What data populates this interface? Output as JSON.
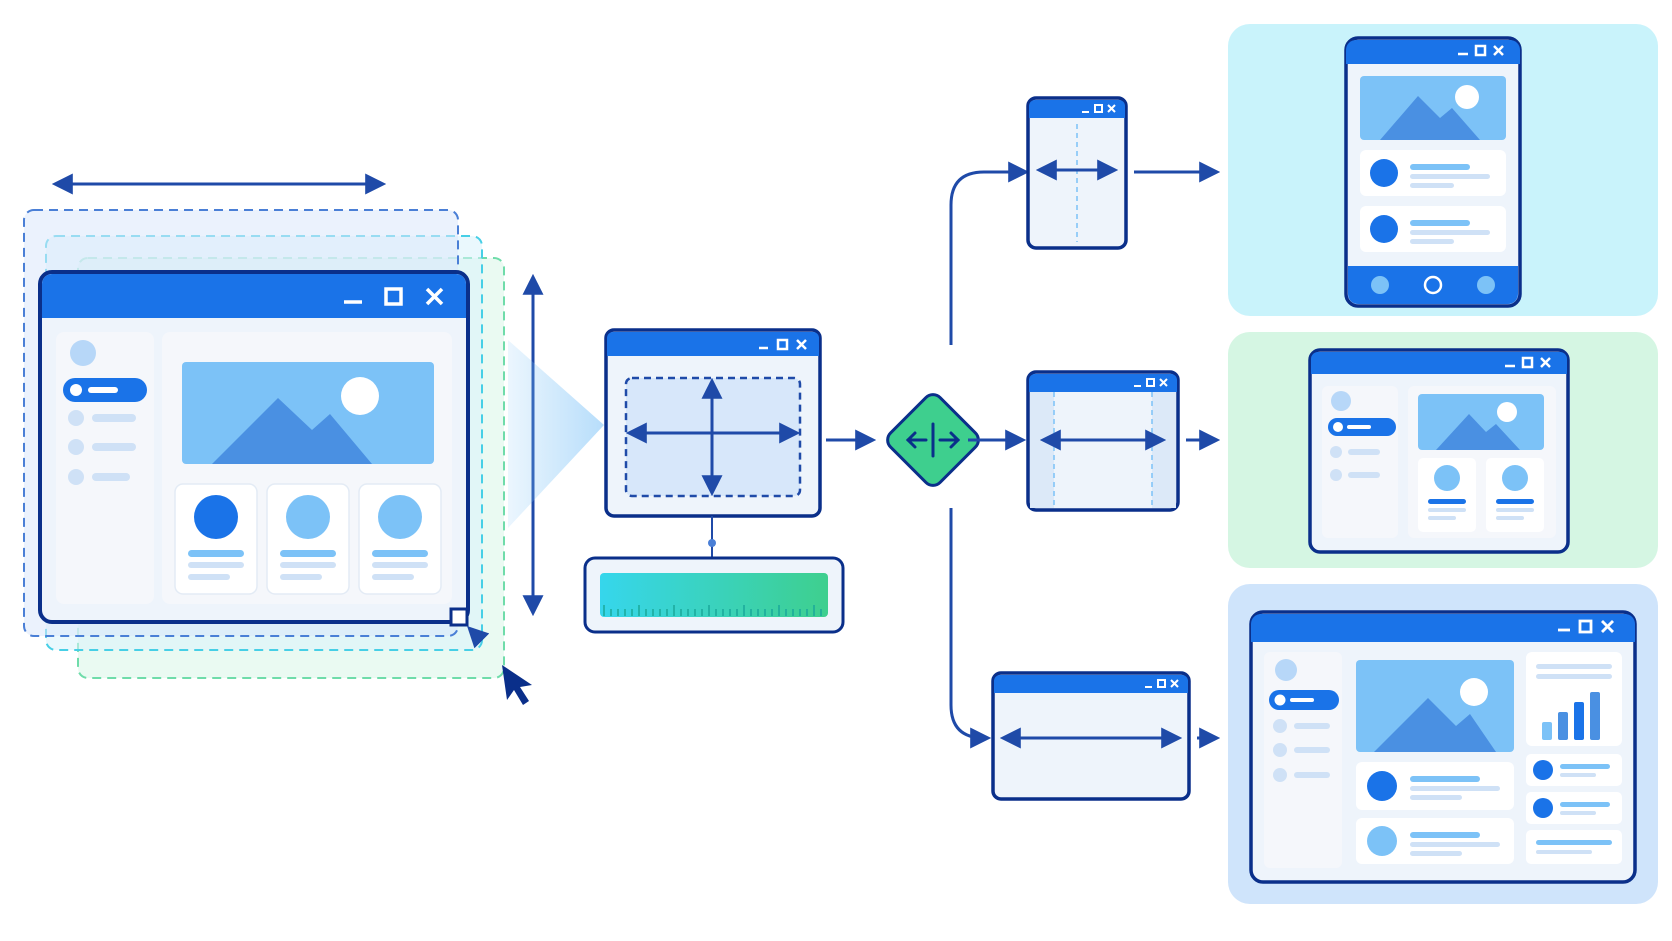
{
  "diagram": {
    "kind": "responsive-window-resize-flow",
    "text_labels": [],
    "colors": {
      "frame": "#0a2f8a",
      "accent": "#1a73e8",
      "titlebar": "#1a73e8",
      "light_blue": "#7cc2f7",
      "mid_blue": "#4a90e2",
      "panel": "#eef4fb",
      "card": "#f4f7fb",
      "line": "#1f4aa8",
      "green": "#3ecf8e",
      "cyan": "#36d6ec",
      "mobile_bg": "#c9f3fb",
      "tablet_bg": "#d5f6e3",
      "desktop_bg": "#cfe4fb"
    },
    "nodes": [
      {
        "id": "source-window",
        "role": "resizable app window being dragged",
        "icons": [
          "image-icon",
          "avatar-icon"
        ]
      },
      {
        "id": "resize-frame",
        "role": "window measuring width and height"
      },
      {
        "id": "size-slider",
        "role": "width measurement ruler"
      },
      {
        "id": "breakpoint-decision",
        "role": "breakpoint switch",
        "icon": "split-arrows-icon"
      },
      {
        "id": "narrow-window",
        "role": "narrow width"
      },
      {
        "id": "medium-window",
        "role": "medium width"
      },
      {
        "id": "wide-window",
        "role": "wide width"
      },
      {
        "id": "mobile-layout",
        "role": "mobile layout result"
      },
      {
        "id": "tablet-layout",
        "role": "tablet layout result"
      },
      {
        "id": "desktop-layout",
        "role": "desktop layout result",
        "icons": [
          "bar-chart-icon"
        ]
      }
    ],
    "edges": [
      {
        "from": "resize-frame",
        "to": "breakpoint-decision"
      },
      {
        "from": "breakpoint-decision",
        "to": "narrow-window"
      },
      {
        "from": "breakpoint-decision",
        "to": "medium-window"
      },
      {
        "from": "breakpoint-decision",
        "to": "wide-window"
      },
      {
        "from": "narrow-window",
        "to": "mobile-layout"
      },
      {
        "from": "medium-window",
        "to": "tablet-layout"
      },
      {
        "from": "wide-window",
        "to": "desktop-layout"
      }
    ]
  }
}
